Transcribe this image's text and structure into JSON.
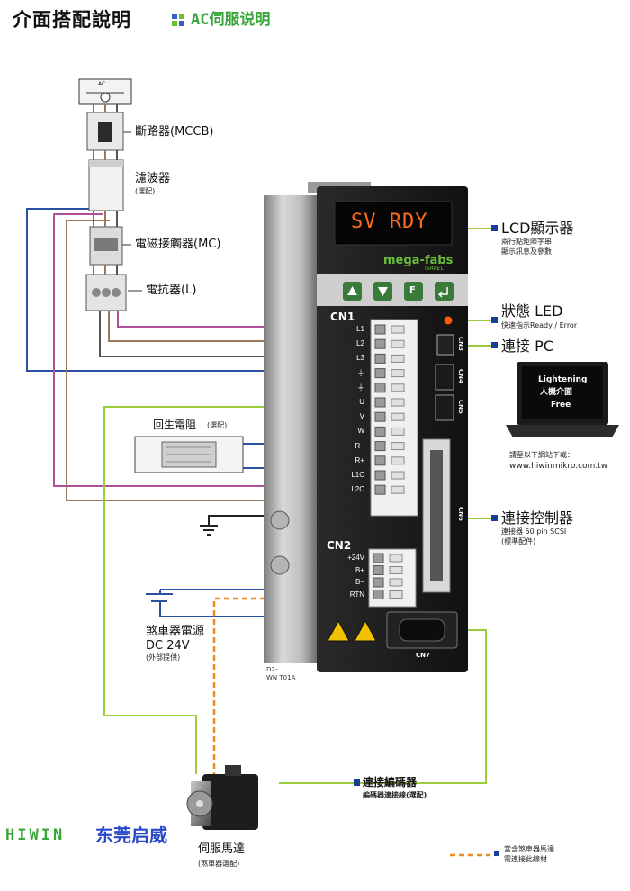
{
  "header": {
    "title": "介面搭配說明",
    "subtitle": "AC伺服说明"
  },
  "power": {
    "ac_label": "AC",
    "breaker": "斷路器(MCCB)",
    "filter": "濾波器",
    "filter_note": "(選配)",
    "contactor": "電磁接觸器(MC)",
    "reactor": "電抗器(L)",
    "regen_resistor": "回生電阻",
    "regen_note": "(選配)"
  },
  "drive": {
    "display_text": "SV RDY",
    "brand": "mega-fabs",
    "brand_sub": "ISRAEL",
    "buttons": [
      "up",
      "down",
      "F",
      "enter"
    ],
    "cn1_label": "CN1",
    "cn1_terminals": [
      "L1",
      "L2",
      "L3",
      "⏚",
      "⏚",
      "U",
      "V",
      "W",
      "R−",
      "R+",
      "L1C",
      "L2C"
    ],
    "cn2_label": "CN2",
    "cn2_terminals": [
      "+24V",
      "B+",
      "B−",
      "RTN"
    ],
    "cn3": "CN3",
    "cn4": "CN4",
    "cn5": "CN5",
    "cn6": "CN6",
    "cn7": "CN7",
    "model_code_1": "D2-",
    "model_code_2": "WN T01A"
  },
  "callouts": {
    "lcd_title": "LCD顯示器",
    "lcd_desc_1": "兩行點矩陣字串",
    "lcd_desc_2": "顯示訊息及參數",
    "led_title": "狀態 LED",
    "led_desc": "快速指示Ready / Error",
    "pc_title": "連接 PC",
    "laptop_line_1": "Lightening",
    "laptop_line_2": "人機介面",
    "laptop_line_3": "Free",
    "download_1": "請至以下網站下載：",
    "download_2": "www.hiwinmikro.com.tw",
    "controller_title": "連接控制器",
    "controller_desc_1": "連接器 50 pin SCSI",
    "controller_desc_2": "(標準配件)",
    "brake_power_1": "煞車器電源",
    "brake_power_2": "DC 24V",
    "brake_power_3": "(外部提供)",
    "encoder_title": "連接編碼器",
    "encoder_desc": "編碼器連接線(選配)",
    "motor_title": "伺服馬達",
    "motor_desc": "(煞車器選配)",
    "legend_1": "當含煞車器馬達",
    "legend_2": "需連接此線材"
  },
  "footer": {
    "brand_left": "HIWIN",
    "brand_right": "东莞启威"
  },
  "colors": {
    "green_line": "#9ccc3c",
    "blue_line": "#2a4fa3",
    "magenta_line": "#b0509a",
    "brown_line": "#9a7a5a",
    "orange_dash": "#f08a1c",
    "drive_body": "#1a1a1a",
    "display_amber": "#ff6a1a",
    "brand_green": "#6abf3a",
    "header_green": "#3aa63a",
    "footer_blue": "#2a49c8"
  }
}
